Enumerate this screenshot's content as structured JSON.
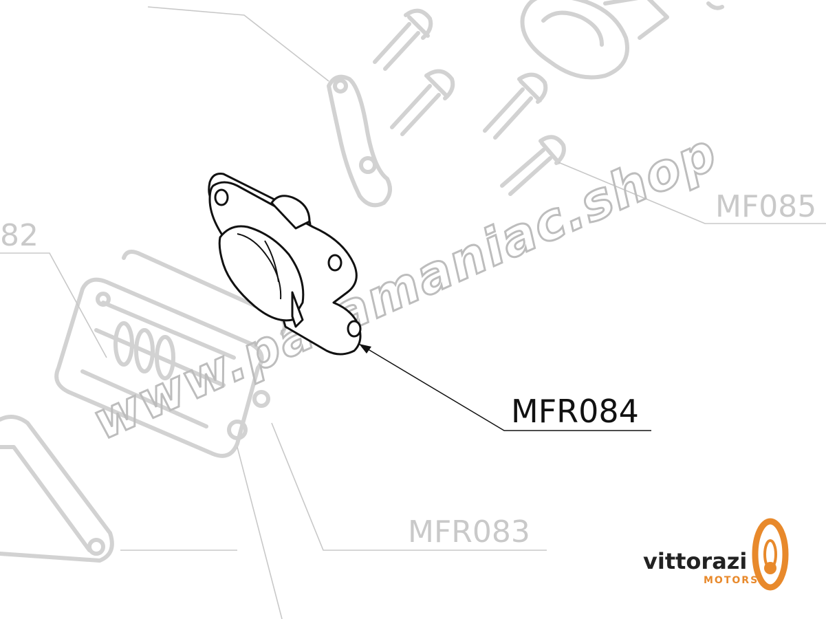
{
  "labels": {
    "main_part": "MFR084",
    "ghost_left": "82",
    "ghost_right": "MF085",
    "ghost_bottom": "MFR083"
  },
  "watermark": "www.paramaniac.shop",
  "brand": {
    "name": "vittorazi",
    "sub": "MOTORS",
    "accent_color": "#e8892b"
  }
}
